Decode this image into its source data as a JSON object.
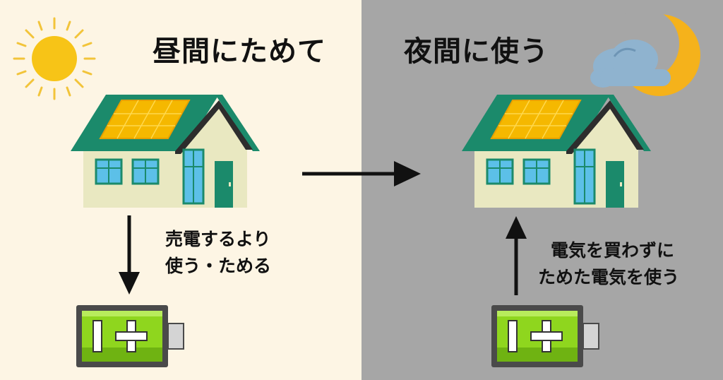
{
  "left_panel": {
    "title": "昼間にためて",
    "caption_lines": [
      "売電するより",
      "使う・ためる"
    ]
  },
  "right_panel": {
    "title": "夜間に使う",
    "caption_lines": [
      "電気を買わずに",
      "ためた電気を使う"
    ]
  },
  "icons": [
    "sun-icon",
    "moon-icon",
    "cloud-icon",
    "house-icon",
    "solar-panel-icon",
    "battery-icon",
    "arrow-icon"
  ],
  "colors": {
    "day_background": "#fdf5e4",
    "night_background": "#a6a6a6",
    "roof": "#1b8a6b",
    "solar_panel": "#f5b800",
    "battery": "#8fd61e",
    "sun": "#f7c417",
    "moon": "#f5b21b"
  }
}
